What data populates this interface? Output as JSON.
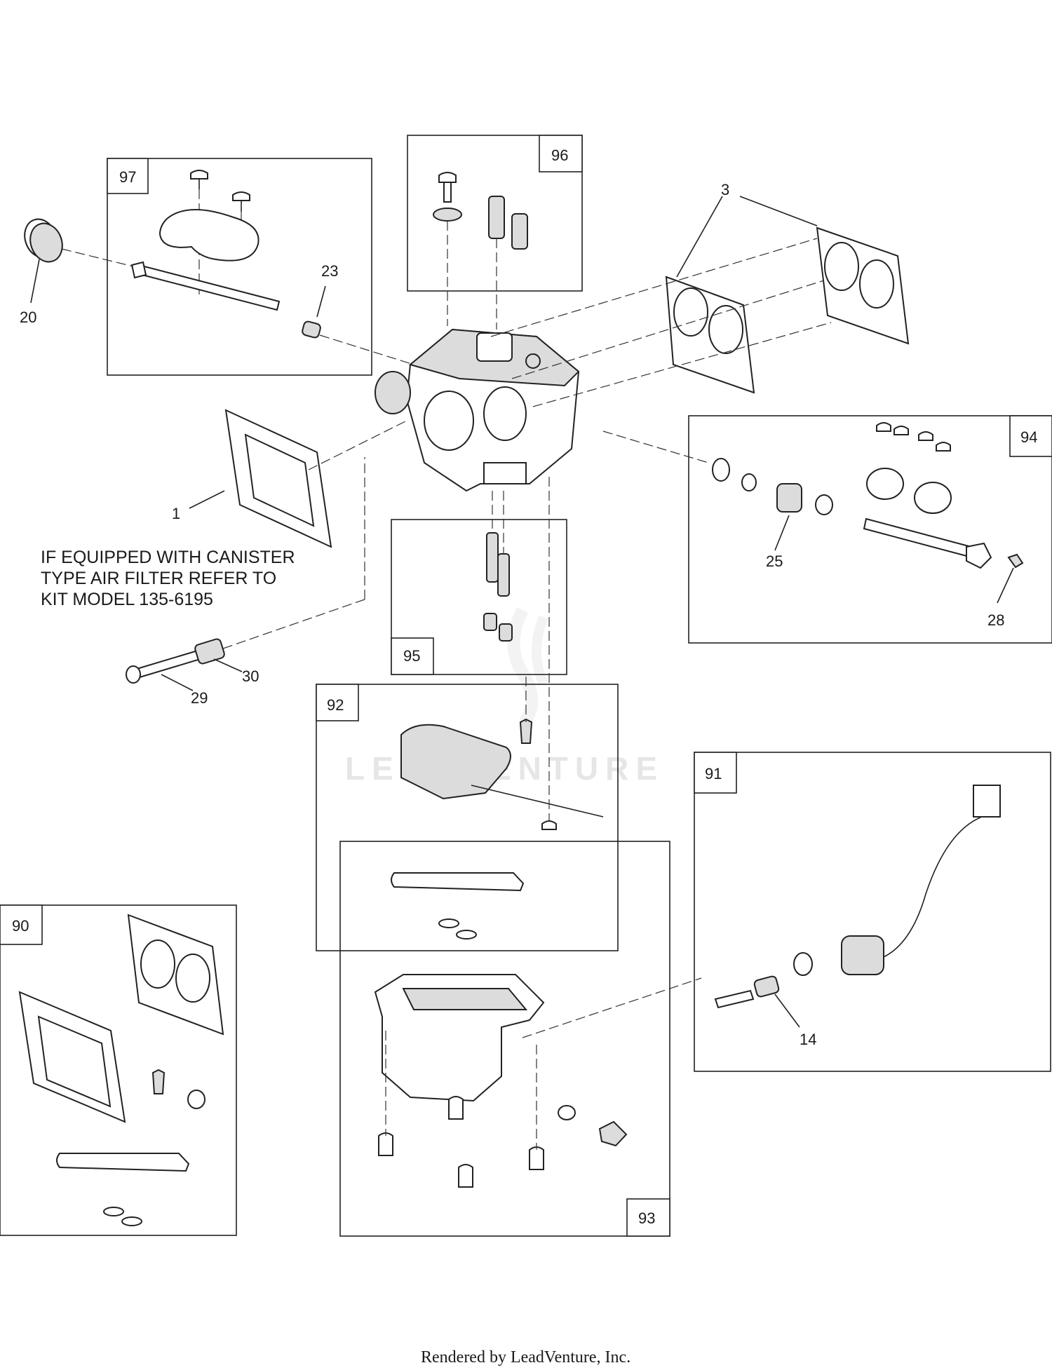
{
  "kits": [
    "97",
    "96",
    "94",
    "95",
    "92",
    "91",
    "90",
    "93"
  ],
  "callouts": [
    "20",
    "23",
    "3",
    "1",
    "25",
    "28",
    "29",
    "30",
    "14"
  ],
  "note": {
    "line1": "IF EQUIPPED WITH CANISTER",
    "line2": "TYPE AIR FILTER REFER TO",
    "line3": "KIT MODEL 135-6195"
  },
  "watermark": "LEADVENTURE",
  "footer": "Rendered by LeadVenture, Inc."
}
